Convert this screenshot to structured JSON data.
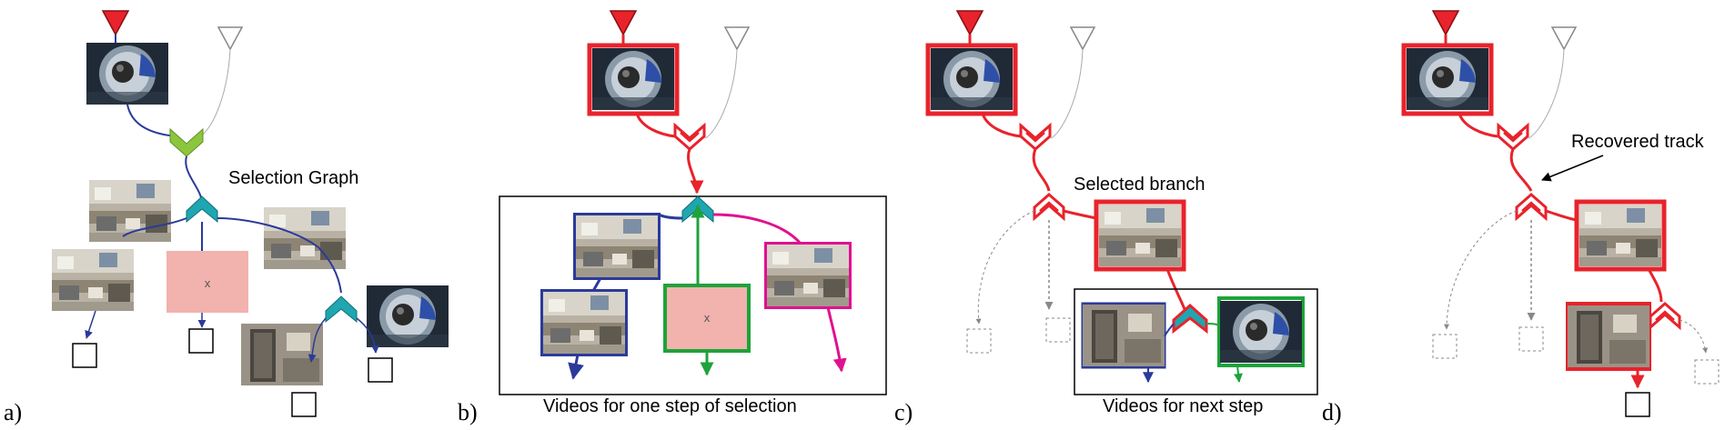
{
  "panels": {
    "a": {
      "label": "a)",
      "annotation": "Selection Graph",
      "placeholder": "x"
    },
    "b": {
      "label": "b)",
      "caption": "Videos for one step of selection",
      "placeholder": "x"
    },
    "c": {
      "label": "c)",
      "annotation": "Selected branch",
      "caption": "Videos for next step"
    },
    "d": {
      "label": "d)",
      "annotation": "Recovered track"
    }
  },
  "colors": {
    "selected": "#e8232b",
    "branch_blue": "#2b3a9a",
    "branch_green": "#1ea33a",
    "branch_magenta": "#e0118f",
    "node_green": "#8cc63f",
    "node_teal": "#1fa6b0",
    "placeholder_fill": "#f2b2ad",
    "unselected": "#9a9a9a"
  }
}
